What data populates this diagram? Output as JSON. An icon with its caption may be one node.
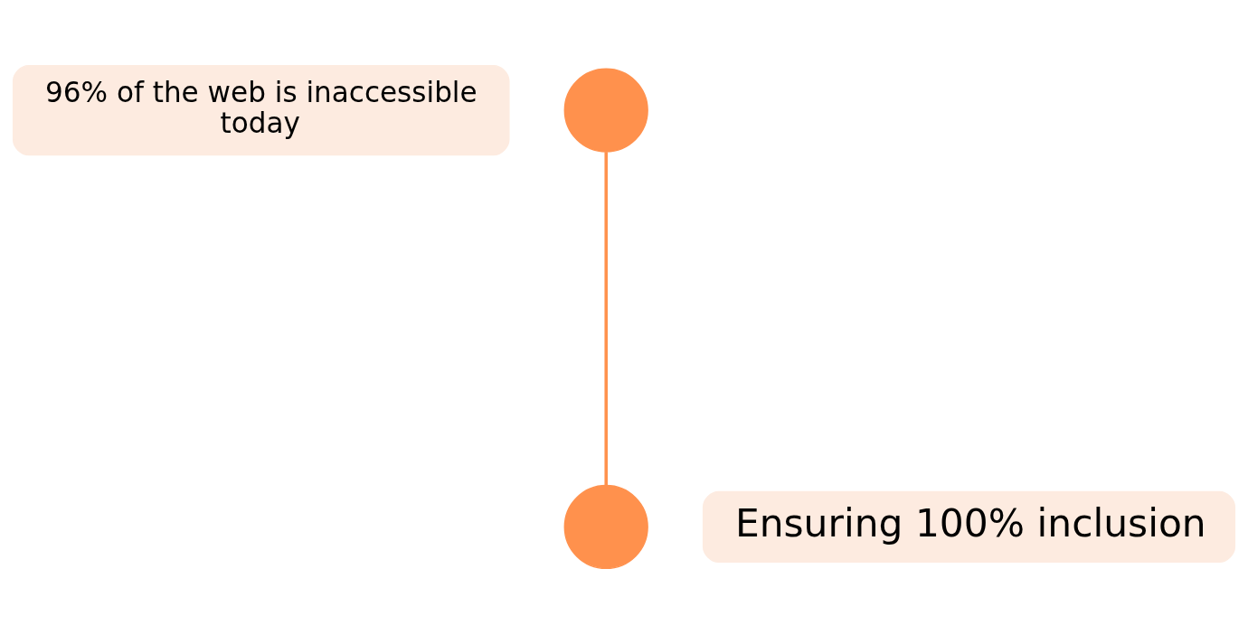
{
  "diagram": {
    "nodes": [
      {
        "text": [
          "96% of the web is inaccessible today"
        ]
      },
      {
        "text": [],
        "shape": "circle"
      },
      {
        "text": [],
        "shape": "circle"
      },
      {
        "text": [
          "Ensuring 100% inclusion"
        ]
      }
    ],
    "edges": [
      {
        "from": 1,
        "to": 2,
        "arrow": "none"
      }
    ]
  }
}
